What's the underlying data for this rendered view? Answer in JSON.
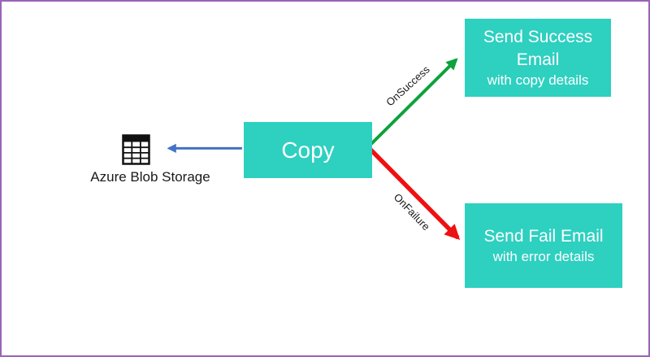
{
  "page": {
    "background": "#ffffff",
    "border_color": "#9a63b8"
  },
  "diagram": {
    "source": {
      "label": "Azure Blob Storage",
      "icon": "table-icon"
    },
    "copy_activity": {
      "label": "Copy"
    },
    "success_activity": {
      "title": "Send Success Email",
      "subtitle": "with copy details"
    },
    "fail_activity": {
      "title": "Send Fail Email",
      "subtitle": "with error details"
    },
    "edges": {
      "on_success": {
        "label": "OnSuccess",
        "color": "#0ca23c"
      },
      "on_failure": {
        "label": "OnFailure",
        "color": "#ee1111"
      },
      "copy_to_sink": {
        "color": "#4472c4"
      }
    },
    "colors": {
      "activity_fill": "#2ed0c0",
      "activity_text": "#ffffff",
      "label_text": "#1a1a1a"
    }
  }
}
